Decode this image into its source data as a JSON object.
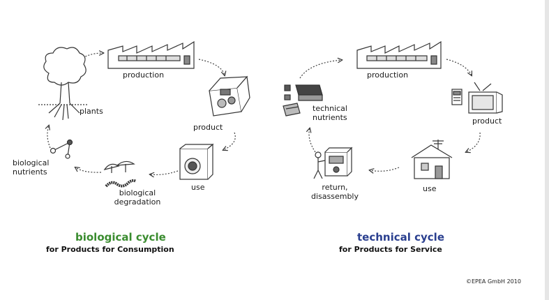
{
  "colors": {
    "bio": "#3a8c2f",
    "tech": "#2a3f8f",
    "ink": "#222222"
  },
  "biological": {
    "nodes": {
      "production": "production",
      "product": "product",
      "use": "use",
      "degradation_line1": "biological",
      "degradation_line2": "degradation",
      "nutrients_line1": "biological",
      "nutrients_line2": "nutrients",
      "plants": "plants"
    },
    "title": "biological cycle",
    "subtitle": "for Products for Consumption"
  },
  "technical": {
    "nodes": {
      "production": "production",
      "product": "product",
      "use": "use",
      "return_line1": "return,",
      "return_line2": "disassembly",
      "nutrients_line1": "technical",
      "nutrients_line2": "nutrients"
    },
    "title": "technical cycle",
    "subtitle": "for Products for Service"
  },
  "copyright": "©EPEA GmbH 2010"
}
